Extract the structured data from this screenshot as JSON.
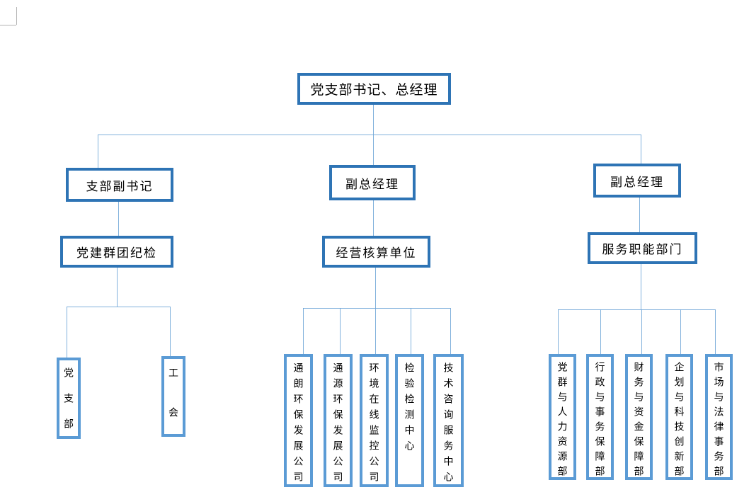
{
  "page": {
    "background": "#ffffff",
    "corner_mark_color": "#b3b3b3"
  },
  "colors": {
    "node_border_primary": "#2E74B5",
    "node_border_secondary": "#5B9BD5",
    "connector": "#6BA3D6",
    "text": "#000000"
  },
  "org_chart": {
    "root": {
      "label": "党支部书记、总经理"
    },
    "level2": [
      {
        "label": "支部副书记"
      },
      {
        "label": "副总经理"
      },
      {
        "label": "副总经理"
      }
    ],
    "level3": [
      {
        "label": "党建群团纪检"
      },
      {
        "label": "经营核算单位"
      },
      {
        "label": "服务职能部门"
      }
    ],
    "leaves": {
      "party": [
        "党支部",
        "工会"
      ],
      "operations": [
        "通朗环保发展公司",
        "通源环保发展公司",
        "环境在线监控公司",
        "检验检测中心",
        "技术咨询服务中心"
      ],
      "services": [
        "党群与人力资源部",
        "行政与事务保障部",
        "财务与资金保障部",
        "企划与科技创新部",
        "市场与法律事务部"
      ]
    }
  }
}
